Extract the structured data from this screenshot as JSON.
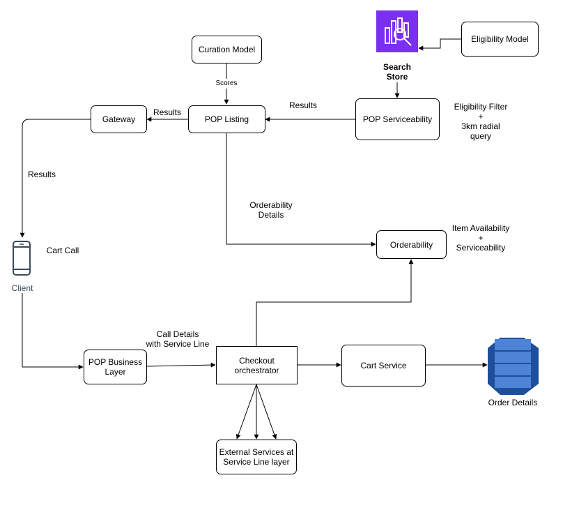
{
  "nodes": {
    "curation_model": "Curation Model",
    "eligibility_model": "Eligibility Model",
    "search_store": "Search\nStore",
    "gateway": "Gateway",
    "pop_listing": "POP Listing",
    "pop_serviceability": "POP Serviceability",
    "orderability": "Orderability",
    "client": "Client",
    "pop_business_layer": "POP Business\nLayer",
    "checkout_orchestrator": "Checkout\norchestrator",
    "cart_service": "Cart Service",
    "external_services": "External Services at\nService Line layer",
    "order_details": "Order Details"
  },
  "edge_labels": {
    "scores": "Scores",
    "results_serviceability_to_listing": "Results",
    "results_listing_to_gateway": "Results",
    "results_gateway_to_client": "Results",
    "orderability_details": "Orderability\nDetails",
    "cart_call": "Cart Call",
    "call_details": "Call Details\nwith Service Line"
  },
  "annotations": {
    "eligibility_filter": "Eligibility Filter\n+\n3km radial\nquery",
    "item_availability": "Item Availability\n+\nServiceability"
  },
  "colors": {
    "search_store_icon_bg": "#7b2ff0",
    "database_light": "#4f83d6",
    "database_dark": "#1f4f9a",
    "phone_icon": "#3a4a5c"
  },
  "icons": {
    "search_store": "search-analytics-icon",
    "client": "mobile-phone-icon",
    "order_details": "database-icon"
  }
}
